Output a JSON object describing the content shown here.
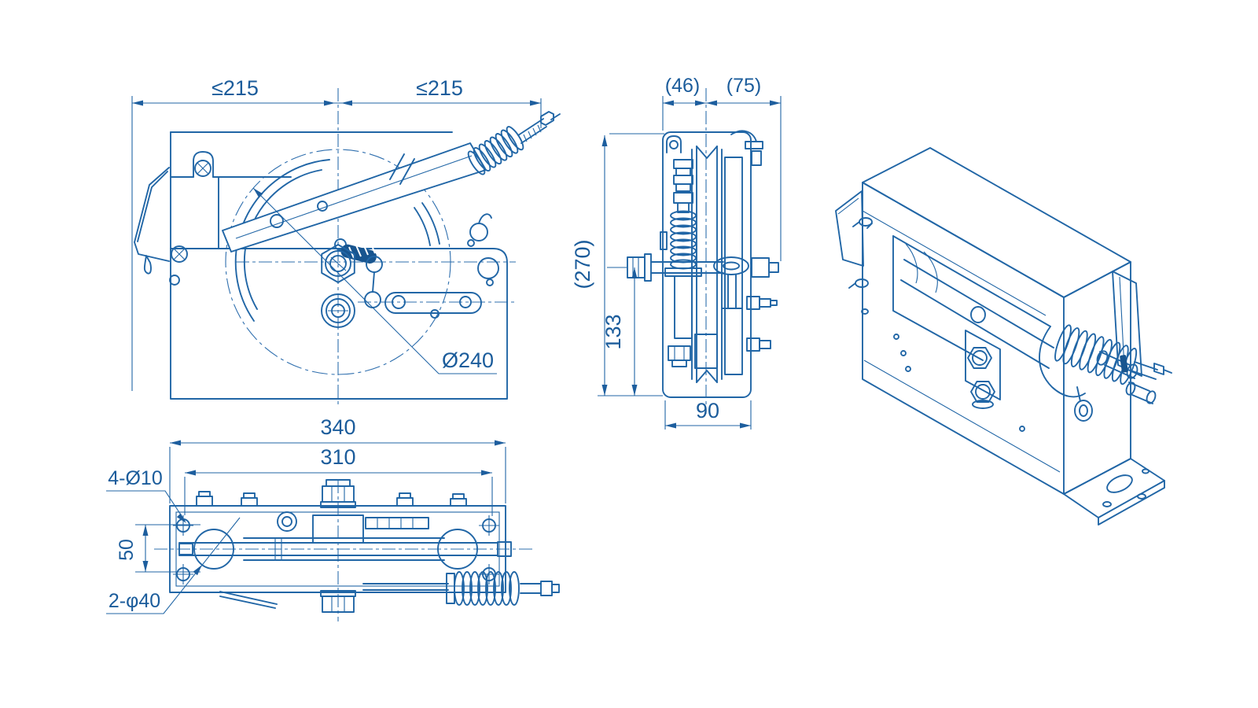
{
  "drawing": {
    "background": "#ffffff",
    "line_color": "#2166a6",
    "views": {
      "front": {
        "dim_left": "≤215",
        "dim_right": "≤215",
        "wheel_diameter": "Ø240"
      },
      "side": {
        "dim_depth_inner": "(46)",
        "dim_depth_outer": "(75)",
        "dim_height_overall": "(270)",
        "dim_height_axle": "133",
        "dim_width_bottom": "90"
      },
      "bottom": {
        "dim_length_overall": "340",
        "dim_hole_span": "310",
        "mount_holes_label": "4-Ø10",
        "dim_hole_spacing": "50",
        "rollers_label": "2-φ40"
      }
    }
  }
}
